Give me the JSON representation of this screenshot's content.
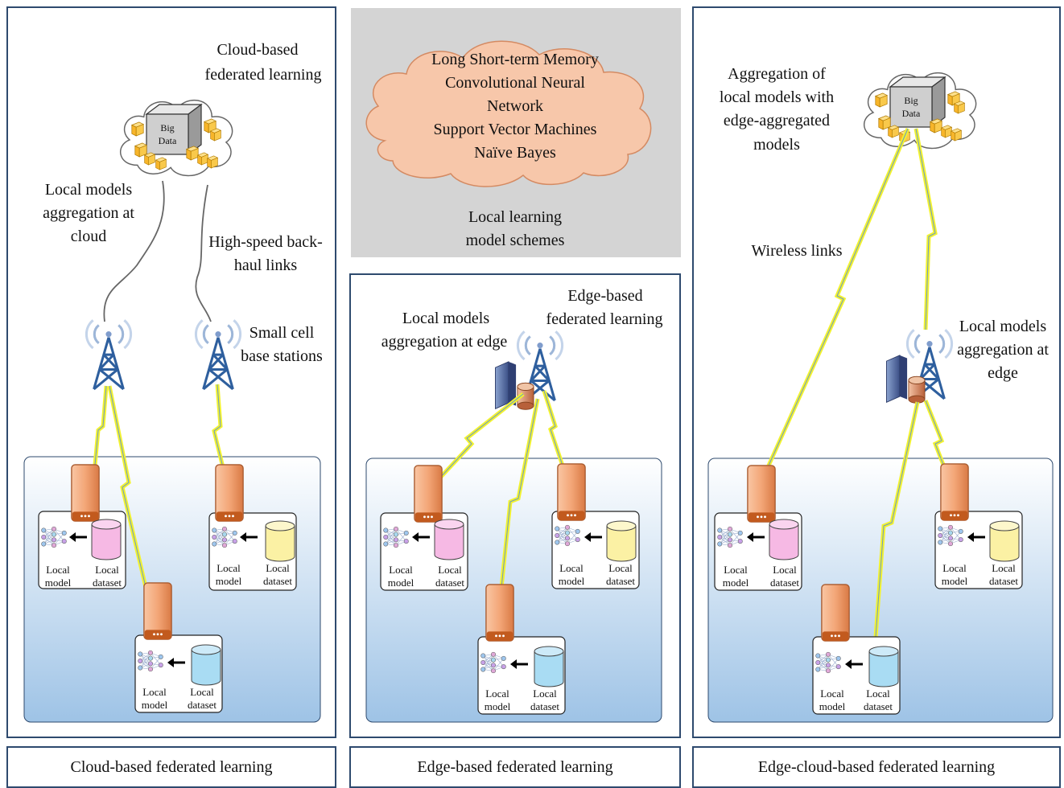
{
  "bottom_captions": {
    "cloud": "Cloud-based federated learning",
    "edge": "Edge-based federated learning",
    "edge_cloud": "Edge-cloud-based federated learning"
  },
  "schemes": {
    "items": [
      "Long Short-term Memory",
      "Convolutional Neural",
      "Network",
      "Support Vector Machines",
      "Naïve Bayes"
    ],
    "caption_line1": "Local learning",
    "caption_line2": "model schemes"
  },
  "cloud_panel": {
    "title_line1": "Cloud-based",
    "title_line2": "federated learning",
    "agg_line1": "Local models",
    "agg_line2": "aggregation at",
    "agg_line3": "cloud",
    "backhaul_line1": "High-speed back-",
    "backhaul_line2": "haul links",
    "bs_line1": "Small cell",
    "bs_line2": "base stations",
    "bigdata_line1": "Big",
    "bigdata_line2": "Data"
  },
  "edge_panel": {
    "agg_line1": "Local models",
    "agg_line2": "aggregation at edge",
    "title_line1": "Edge-based",
    "title_line2": "federated learning"
  },
  "edge_cloud_panel": {
    "agg_cloud_line1": "Aggregation of",
    "agg_cloud_line2": "local models with",
    "agg_cloud_line3": "edge-aggregated",
    "agg_cloud_line4": "models",
    "wireless": "Wireless links",
    "agg_edge_line1": "Local models",
    "agg_edge_line2": "aggregation at",
    "agg_edge_line3": "edge",
    "bigdata_line1": "Big",
    "bigdata_line2": "Data"
  },
  "device": {
    "model_line1": "Local",
    "model_line2": "model",
    "dataset_line1": "Local",
    "dataset_line2": "dataset"
  },
  "colors": {
    "panel_border": "#2e4a6e",
    "cloud_fill": "#f7c7aa",
    "gray_box": "#d4d4d4",
    "link_yellow": "#f2f230",
    "tower_blue": "#2e5f9e",
    "phone_orange": "#e3905f",
    "db_pink": "#f6b9e4",
    "db_yellow": "#fbf1a4",
    "db_blue": "#a9dcf3"
  }
}
